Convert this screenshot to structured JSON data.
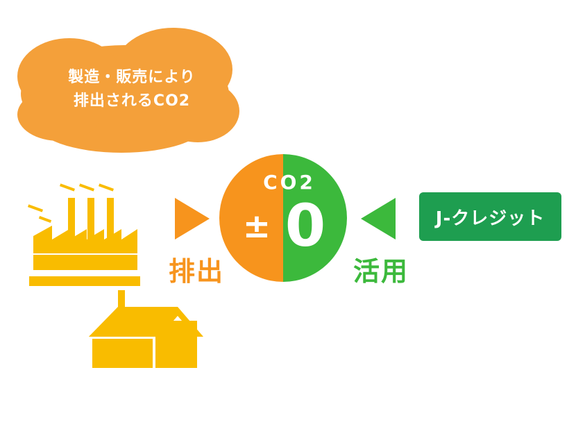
{
  "cloud": {
    "line1": "製造・販売により",
    "line2": "排出されるCO2"
  },
  "circle": {
    "co2": "CO2",
    "plus_minus": "±",
    "zero": "0"
  },
  "labels": {
    "emission": "排出",
    "utilize": "活用"
  },
  "jcredit": {
    "label": "J-クレジット"
  },
  "colors": {
    "orange": "#f7941d",
    "green": "#3cb93c",
    "yellow": "#f9bc00",
    "cloud": "#f4a03a",
    "jcredit_bg": "#1e9e50"
  }
}
